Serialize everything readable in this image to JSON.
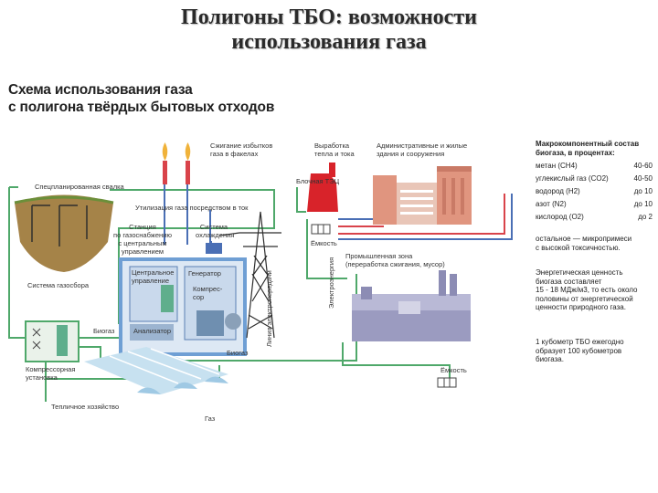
{
  "slide_title": [
    "Полигоны ТБО: возможности",
    "использования газа"
  ],
  "scheme_title": [
    "Схема использования газа",
    "с полигона твёрдых бытовых отходов"
  ],
  "labels": {
    "landfill": "Спецпланированная свалка",
    "gas_collection": "Система газосбора",
    "flare": [
      "Сжигание избытков",
      "газа в факелах"
    ],
    "heat_power": [
      "Выработка",
      "тепла и тока"
    ],
    "admin_buildings": [
      "Административные и жилые",
      "здания и сооружения"
    ],
    "block_tpp": "Блочная ТЭЦ",
    "grid_export": "Утилизация газа посредством в ток",
    "station": [
      "Станция",
      "по газоснабжению",
      "с центральным",
      "управлением"
    ],
    "cooling": [
      "Система",
      "охлаждения"
    ],
    "central_control": [
      "Центральное",
      "управление"
    ],
    "generator": "Генератор",
    "compressor": [
      "Компрес-",
      "сор"
    ],
    "analyzer": "Анализатор",
    "biogas_1": "Биогаз",
    "biogas_2": "Биогаз",
    "capacity_1": "Ёмкость",
    "capacity_2": "Ёмкость",
    "power_line": "Линия электропередачи",
    "electricity": "Электроэнергия",
    "industrial_zone": [
      "Промышленная зона",
      "(переработка сжигания, мусор)"
    ],
    "compressor_unit": [
      "Компрессорная",
      "установка"
    ],
    "greenhouse": "Тепличное хозяйство",
    "gas": "Газ"
  },
  "sidebar": {
    "heading": [
      "Макрокомпонентный состав",
      "биогаза, в процентах:"
    ],
    "components": [
      {
        "name": "метан (CH4)",
        "value": "40-60"
      },
      {
        "name": "углекислый газ (CO2)",
        "value": "40-50"
      },
      {
        "name": "водород (H2)",
        "value": "до 10"
      },
      {
        "name": "азот (N2)",
        "value": "до 10"
      },
      {
        "name": "кислород (O2)",
        "value": "до 2"
      }
    ],
    "note1": [
      "остальное — микропримеси",
      "с высокой токсичностью."
    ],
    "note2": [
      "Энергетическая ценность",
      "биогаза составляет",
      "15 - 18 МДж/м3, то есть около",
      "половины от энергетической",
      "ценности природного газа."
    ],
    "note3": [
      "1 кубометр ТБО ежегодно",
      "образует 100 кубометров",
      "биогаза."
    ]
  },
  "colors": {
    "pipe_green": "#4fa86a",
    "pipe_blue": "#4a6fb5",
    "pipe_red": "#d9434a",
    "tpp_red": "#d8232a",
    "building_pink": "#e0957f",
    "landfill_brown": "#a58348",
    "house_blue": "#aac7e4",
    "industry_grey": "#9b9bc0"
  }
}
